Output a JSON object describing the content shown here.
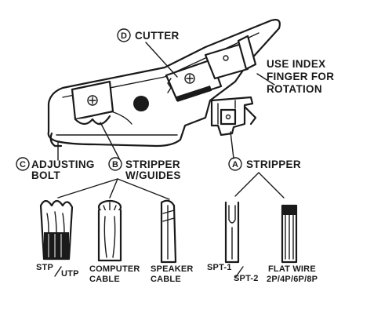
{
  "labels": {
    "cutter": {
      "letter": "D",
      "text": "CUTTER"
    },
    "index_finger": [
      "USE INDEX",
      "FINGER FOR",
      "ROTATION"
    ],
    "adjusting_bolt": {
      "letter": "C",
      "line1": "ADJUSTING",
      "line2": "BOLT"
    },
    "stripper_guides": {
      "letter": "B",
      "line1": "STRIPPER",
      "line2": "W/GUIDES"
    },
    "stripper": {
      "letter": "A",
      "text": "STRIPPER"
    }
  },
  "cables": {
    "stp_utp": {
      "part1": "STP",
      "part2": "UTP"
    },
    "computer": [
      "COMPUTER",
      "CABLE"
    ],
    "speaker": [
      "SPEAKER",
      "CABLE"
    ],
    "spt": {
      "part1": "SPT-1",
      "part2": "SPT-2"
    },
    "flat_wire": [
      "FLAT WIRE",
      "2P/4P/6P/8P"
    ]
  }
}
